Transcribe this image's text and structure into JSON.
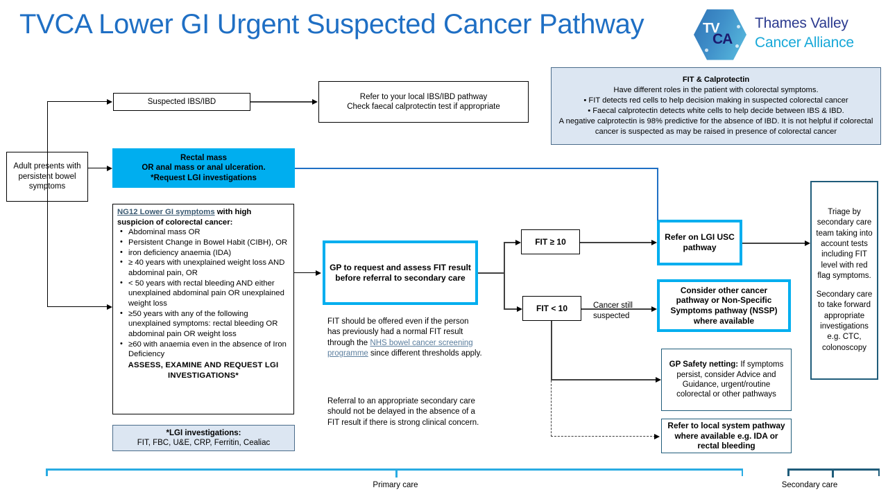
{
  "title": "TVCA Lower GI Urgent Suspected Cancer Pathway",
  "logo": {
    "mark_top": "TV",
    "mark_bottom": "CA",
    "name_line1": "Thames Valley",
    "name_line2": "Cancer Alliance",
    "colors": {
      "hex_blue": "#2f73b6",
      "hex_cyan": "#5bbfe0",
      "navy": "#2b3a8f",
      "cyan": "#17a8d8"
    }
  },
  "colors": {
    "title_blue": "#1F6FC4",
    "accent_cyan": "#00AEEF",
    "info_fill": "#DCE6F2",
    "navy_border": "#1F5C7A",
    "link": "#5B7E9E"
  },
  "nodes": {
    "adult_presents": "Adult presents with persistent bowel symptoms",
    "suspected_ibs": "Suspected IBS/IBD",
    "refer_ibs": {
      "line1": "Refer to your local IBS/IBD pathway",
      "line2": "Check faecal calprotectin test if appropriate"
    },
    "rectal_mass": {
      "line1": "Rectal mass",
      "line2": "OR anal mass or anal ulceration.",
      "line3": "*Request LGI investigations"
    },
    "ng12": {
      "heading_link": "NG12 Lower GI symptoms",
      "heading_rest": " with high suspicion of colorectal cancer:",
      "bullets": [
        "Abdominal mass OR",
        "Persistent Change in Bowel Habit (CIBH), OR",
        "iron deficiency anaemia (IDA)",
        "≥ 40 years with unexplained weight loss AND abdominal pain, OR",
        "< 50 years with rectal bleeding AND either unexplained abdominal pain OR unexplained weight loss",
        "≥50 years with any of the following unexplained symptoms: rectal bleeding OR abdominal pain OR weight loss",
        "≥60 with anaemia even in the absence of Iron Deficiency"
      ],
      "footer": "ASSESS, EXAMINE AND REQUEST LGI INVESTIGATIONS*"
    },
    "lgi_investigations": {
      "line1": "*LGI investigations:",
      "line2": "FIT, FBC, U&E, CRP, Ferritin, Cealiac"
    },
    "gp_request_fit": "GP to request and assess FIT result before referral to secondary care",
    "fit_ge_10": "FIT ≥ 10",
    "fit_lt_10": "FIT < 10",
    "refer_lgi_usc": "Refer on LGI USC pathway",
    "consider_other": "Consider other cancer pathway or Non-Specific Symptoms pathway (NSSP) where available",
    "gp_safety_netting": {
      "bold": "GP Safety netting:",
      "rest": " If symptoms persist, consider Advice and Guidance, urgent/routine colorectal or other pathways"
    },
    "refer_local_system": "Refer to local system pathway where available e.g. IDA or rectal bleeding",
    "triage": {
      "para1": "Triage by secondary care team taking into account  tests including FIT level with  red flag symptoms.",
      "para2": "Secondary care to take forward appropriate investigations e.g. CTC, colonoscopy"
    },
    "fit_calprotectin": {
      "title": "FIT & Calprotectin",
      "line1": "Have different roles in the patient with colorectal symptoms.",
      "bullet1": "• FIT detects red cells to help decision making in suspected colorectal cancer",
      "bullet2": "• Faecal calprotectin detects white cells to help decide between IBS & IBD.",
      "line2": "A negative calprotectin is 98% predictive for the absence of IBD. It is not helpful if colorectal cancer is suspected as may be raised in presence of colorectal cancer"
    }
  },
  "annotations": {
    "fit_notes_1_pre": "FIT should be offered even if the person has previously had a normal FIT result through the ",
    "fit_notes_1_link": "NHS bowel cancer screening programme",
    "fit_notes_1_post": " since different thresholds apply.",
    "fit_notes_2": "Referral to an appropriate secondary care should not be delayed in the absence of a FIT result if there is strong clinical concern.",
    "edge_cancer_still_suspected_l1": "Cancer still",
    "edge_cancer_still_suspected_l2": "suspected"
  },
  "brackets": {
    "primary_care": "Primary care",
    "secondary_care": "Secondary care"
  }
}
